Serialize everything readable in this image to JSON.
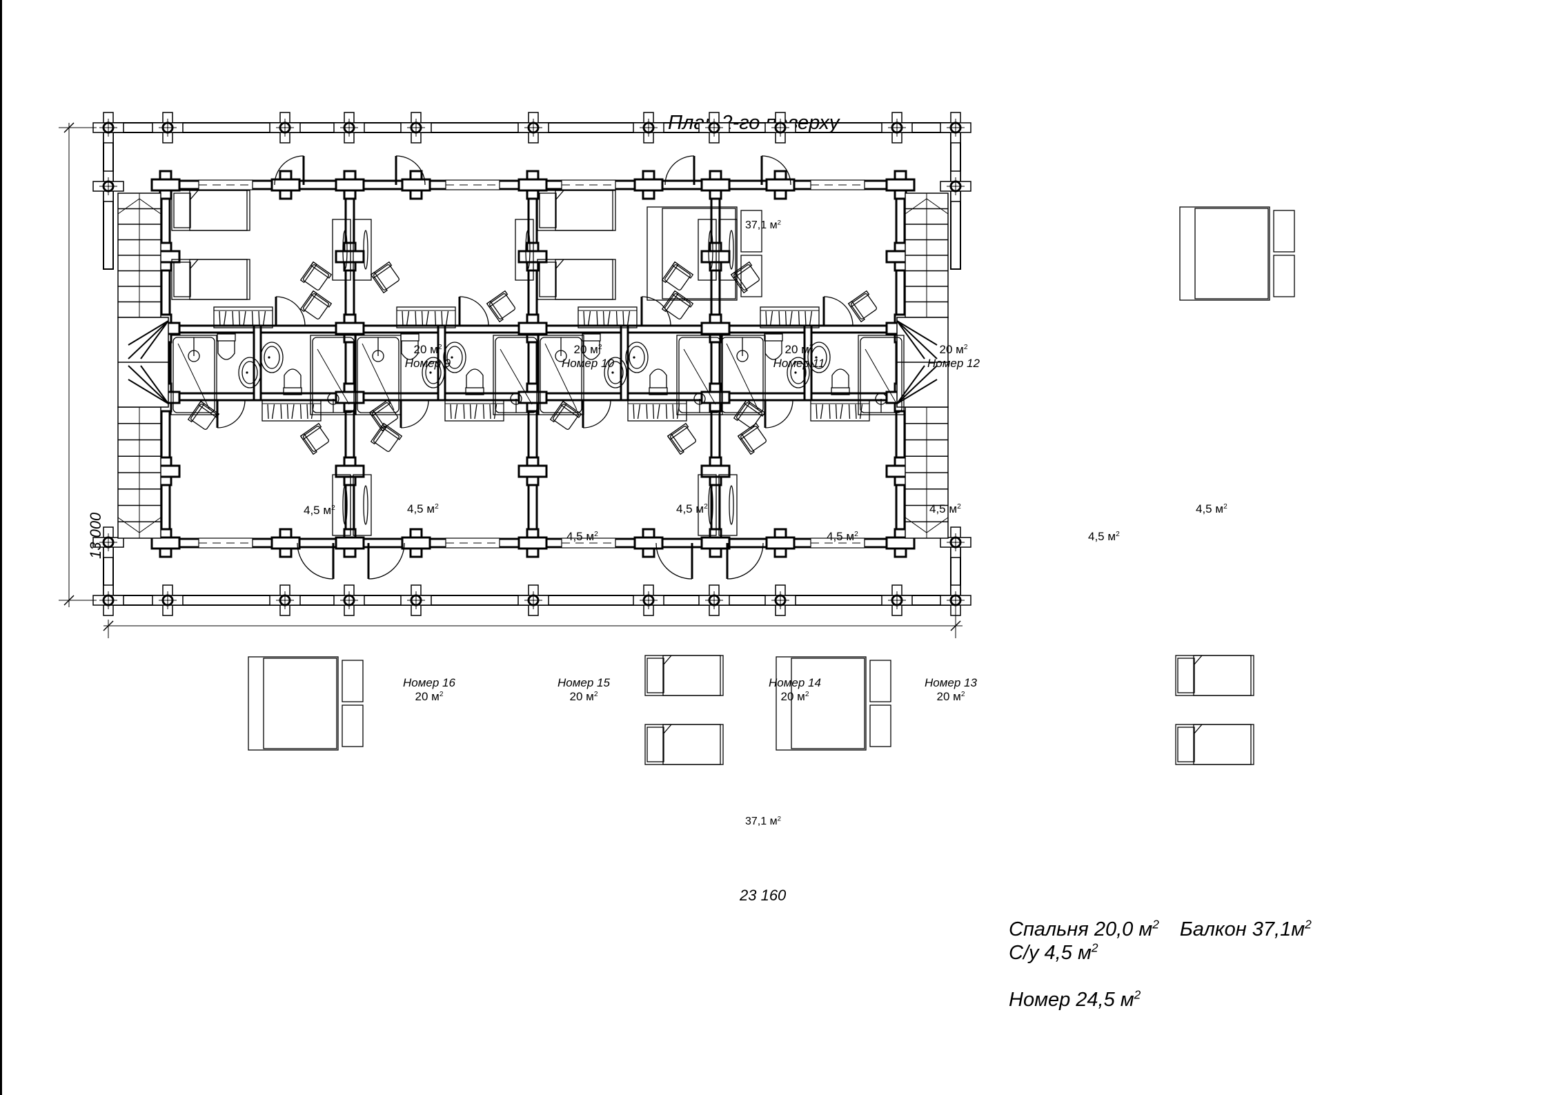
{
  "title": "План 2-го поверху",
  "units": {
    "area": "м",
    "area_power": "2"
  },
  "dimensions": {
    "overall_width": "23 160",
    "overall_depth": "13 000"
  },
  "balconies": [
    {
      "id": "balcony-top",
      "area": "37,1"
    },
    {
      "id": "balcony-bottom",
      "area": "37,1"
    }
  ],
  "rooms_top": [
    {
      "name": "Номер 9",
      "area": "20",
      "bed": "twin"
    },
    {
      "name": "Номер 10",
      "area": "20",
      "bed": "double"
    },
    {
      "name": "Номер 11",
      "area": "20",
      "bed": "twin"
    },
    {
      "name": "Номер 12",
      "area": "20",
      "bed": "double"
    }
  ],
  "rooms_bottom": [
    {
      "name": "Номер 16",
      "area": "20",
      "bed": "double"
    },
    {
      "name": "Номер 15",
      "area": "20",
      "bed": "twin"
    },
    {
      "name": "Номер 14",
      "area": "20",
      "bed": "double"
    },
    {
      "name": "Номер 13",
      "area": "20",
      "bed": "twin"
    }
  ],
  "bathrooms": [
    {
      "area": "4,5"
    },
    {
      "area": "4,5"
    },
    {
      "area": "4,5"
    },
    {
      "area": "4,5"
    },
    {
      "area": "4,5"
    },
    {
      "area": "4,5"
    },
    {
      "area": "4,5"
    },
    {
      "area": "4,5"
    }
  ],
  "legend": {
    "bedroom_label": "Спальня 20,0",
    "balcony_label": "Балкон 37,1",
    "bathroom_label": "С/у 4,5",
    "unit_label": "Номер 24,5"
  },
  "fixtures": [
    "bed-twin",
    "bed-double",
    "armchair",
    "wardrobe",
    "tv-panel",
    "bathtub",
    "toilet",
    "washbasin",
    "door-swing",
    "window",
    "stair",
    "column"
  ]
}
